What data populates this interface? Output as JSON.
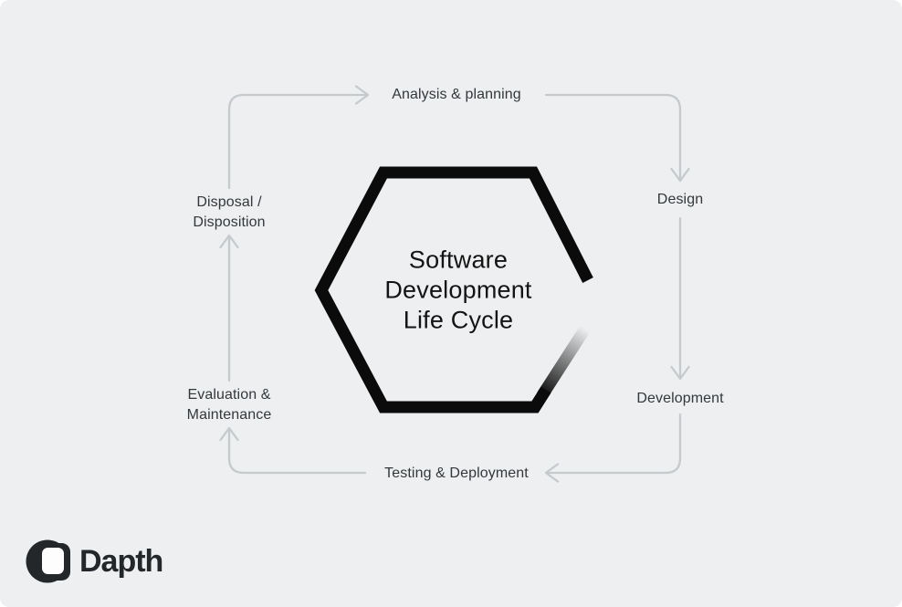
{
  "colors": {
    "bg": "#edeff0",
    "arrow": "#c5cacd",
    "label": "#34383b",
    "hex": "#0b0b0b",
    "hexText": "#141414",
    "logoInk": "#23272a",
    "logoCut": "#fdfdfd"
  },
  "diagram": {
    "center": {
      "line1": "Software",
      "line2": "Development",
      "line3": "Life Cycle"
    },
    "stages": {
      "analysis": {
        "label": "Analysis & planning"
      },
      "design": {
        "label": "Design"
      },
      "development": {
        "label": "Development"
      },
      "testing": {
        "label": "Testing & Deployment"
      },
      "evaluation": {
        "line1": "Evaluation &",
        "line2": "Maintenance"
      },
      "disposal": {
        "line1": "Disposal /",
        "line2": "Disposition"
      }
    },
    "flow_order": [
      "Analysis & planning",
      "Design",
      "Development",
      "Testing & Deployment",
      "Evaluation & Maintenance",
      "Disposal / Disposition"
    ]
  },
  "logo": {
    "text": "Dapth"
  }
}
